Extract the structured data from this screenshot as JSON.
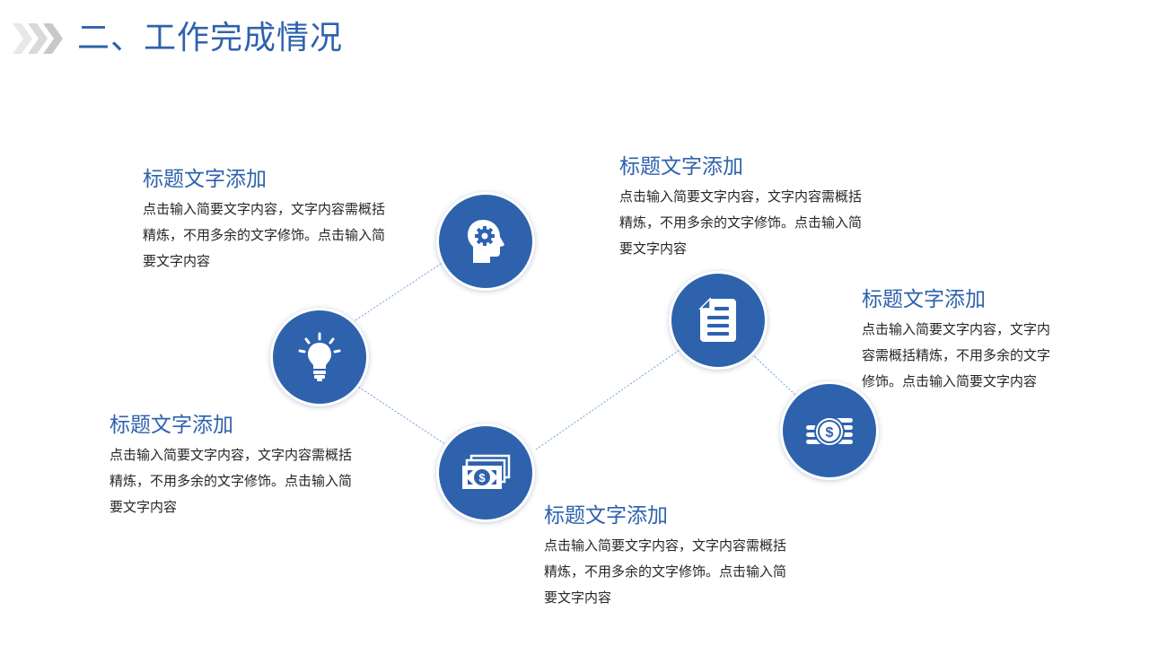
{
  "header": {
    "title": "二、工作完成情况"
  },
  "colors": {
    "primary": "#2e62ad",
    "connector": "#6fa0dd",
    "chevron_light": "#e4e4e4",
    "chevron_dark": "#c4c4c4"
  },
  "nodes": [
    {
      "icon": "lightbulb-icon"
    },
    {
      "icon": "gear-head-icon"
    },
    {
      "icon": "money-icon"
    },
    {
      "icon": "document-icon"
    },
    {
      "icon": "coins-icon"
    }
  ],
  "blocks": [
    {
      "title": "标题文字添加",
      "lines": [
        "点击输入简要文字内容，文字内容需概括",
        "精炼，不用多余的文字修饰。点击输入简",
        "要文字内容"
      ]
    },
    {
      "title": "标题文字添加",
      "lines": [
        "点击输入简要文字内容，文字内容需概括",
        "精炼，不用多余的文字修饰。点击输入简",
        "要文字内容"
      ]
    },
    {
      "title": "标题文字添加",
      "lines": [
        "点击输入简要文字内容，文字内容需概括",
        "精炼，不用多余的文字修饰。点击输入简",
        "要文字内容"
      ]
    },
    {
      "title": "标题文字添加",
      "lines": [
        "点击输入简要文字内容，文字内容需概括",
        "精炼，不用多余的文字修饰。点击输入简",
        "要文字内容"
      ]
    },
    {
      "title": "标题文字添加",
      "lines": [
        "点击输入简要文字内容，文字内",
        "容需概括精炼，不用多余的文字",
        "修饰。点击输入简要文字内容"
      ]
    }
  ]
}
